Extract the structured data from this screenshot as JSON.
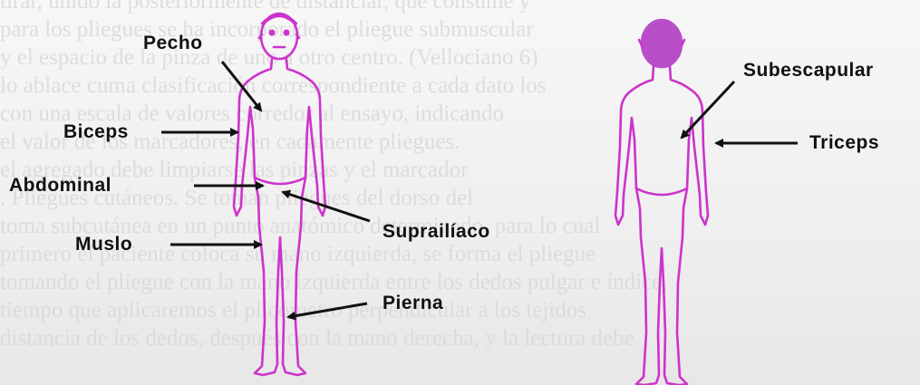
{
  "background_text": [
    "tirar, unido la posteriormente de distanciar, que consume y",
    "para los pliegues se ha incorporado el pliegue submuscular",
    "y el espacio de la pinza de uno a otro centro. (Vellociano 6)",
    "lo ablace cuma clasificación correspondiente a cada dato los",
    "con una escala de valores corredor al ensayo, indicando",
    "el valor de los marcadores, en cadamente pliegues.",
    "el agregado debe limpiarse las pinzas y el marcador",
    ". Pliegues cutáneos. Se toman pliegues del dorso del",
    "toma subcutánea en un punto anatómico determinado, para lo cual",
    "primero el paciente coloca su mano izquierda, se forma el pliegue",
    "tomando el pliegue con la mano izquierda entre los dedos pulgar e índice,",
    "tiempo que aplicaremos el plicómetro perpendicular a los tejidos",
    "distancia de los dedos, después con la mano derecha, y la lectura debe"
  ],
  "labels": {
    "pecho": "Pecho",
    "biceps": "Biceps",
    "abdominal": "Abdominal",
    "muslo": "Muslo",
    "suprailiaco": "Suprailíaco",
    "pierna": "Pierna",
    "subescapular": "Subescapular",
    "triceps": "Triceps"
  },
  "colors": {
    "body_outline": "#cc33cc",
    "head_fill_back": "#b84fc8",
    "arrow": "#111111"
  },
  "icons": {
    "front_figure": "front-human-outline",
    "back_figure": "back-human-outline"
  }
}
